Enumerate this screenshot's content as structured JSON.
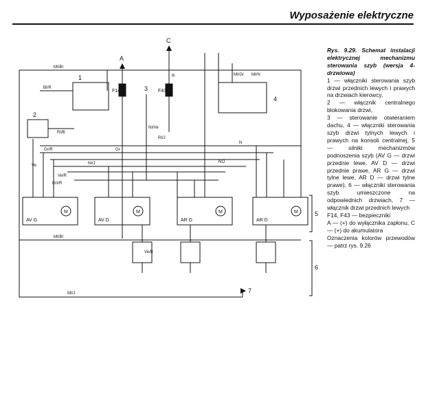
{
  "header": {
    "title": "Wyposażenie elektryczne"
  },
  "caption": {
    "title": "Rys. 9.29. Schemat instalacji elektrycznej mechanizmu sterowania szyb (wersja 4-drzwiowa)",
    "legend": [
      "1 — włączniki sterowania szyb drzwi przednich lewych i prawych na drzwiach kierowcy,",
      "2 — włącznik centralnego blokowania drzwi,",
      "3 — sterowanie otwieraniem dachu, 4 — włączniki sterowania szyb drzwi tylnych lewych i prawych na konsoli centralnej, 5 — silniki mechanizmów podnoszenia szyb (AV G — drzwi przednie lewe, AV D — drzwi przednie prawe, AR G — drzwi tylne lewe, AR D — drzwi tylne prawe), 6 — włączniki sterowania szyb umieszczone na odpowiednich drzwiach, 7 — włącznik drzwi przednich lewych",
      "F14, F43 — bezpieczniki",
      "A — (+) do wyłącznika zapłonu, C — (+) do akumulatora",
      "Oznaczenia kolorów przewodów — patrz rys. 9.26"
    ]
  },
  "diagram": {
    "component_numbers": [
      "1",
      "2",
      "3",
      "4",
      "5",
      "6",
      "7"
    ],
    "supply_labels": [
      "A",
      "C"
    ],
    "fuse_labels": [
      "F14",
      "F43"
    ],
    "module_labels": [
      "AV G",
      "AV D",
      "AR G",
      "AR D"
    ],
    "motor_symbol": "M",
    "wire_labels": {
      "mi_bi": "MI/BI",
      "bi_r": "BI/R",
      "ri_b": "RI/B",
      "gr_r": "Gr/R",
      "gr": "Gr",
      "ve": "Ve",
      "ve_r": "Ve/R",
      "ni_j": "NI/J",
      "ni_ve": "NI/Ve",
      "ri_j": "RI/J",
      "mi_j": "MI/J",
      "r": "R",
      "mi_gr": "MI/Gr",
      "mi_n": "MI/N",
      "n": "N",
      "ve_b": "Ve/B",
      "gr_ri": "GrI/R",
      "ni_j_small": "NIJ"
    }
  }
}
